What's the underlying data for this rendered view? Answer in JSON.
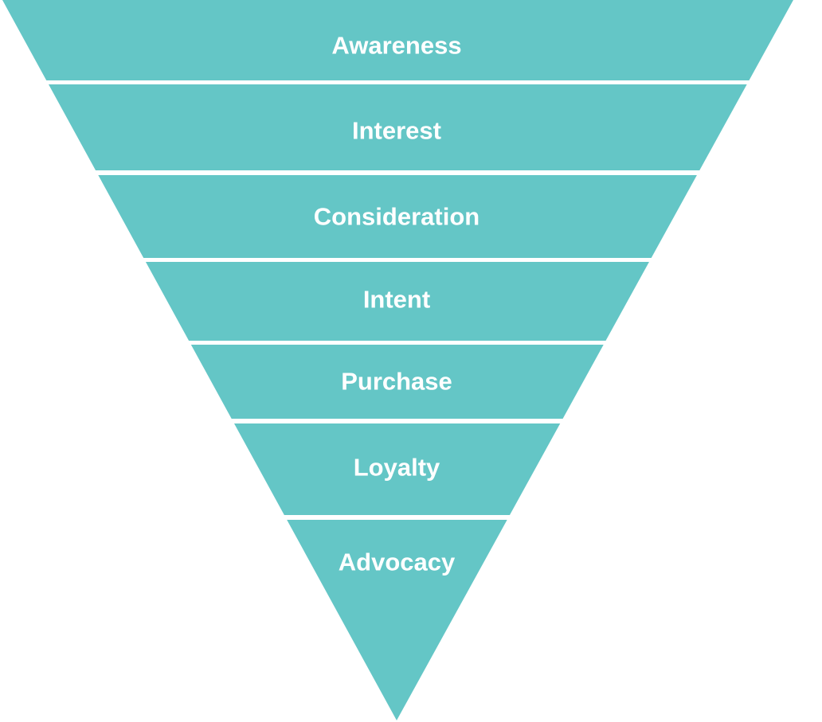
{
  "funnel": {
    "fill_color": "#64c6c6",
    "stages": [
      {
        "label": "Awareness"
      },
      {
        "label": "Interest"
      },
      {
        "label": "Consideration"
      },
      {
        "label": "Intent"
      },
      {
        "label": "Purchase"
      },
      {
        "label": "Loyalty"
      },
      {
        "label": "Advocacy"
      }
    ]
  }
}
